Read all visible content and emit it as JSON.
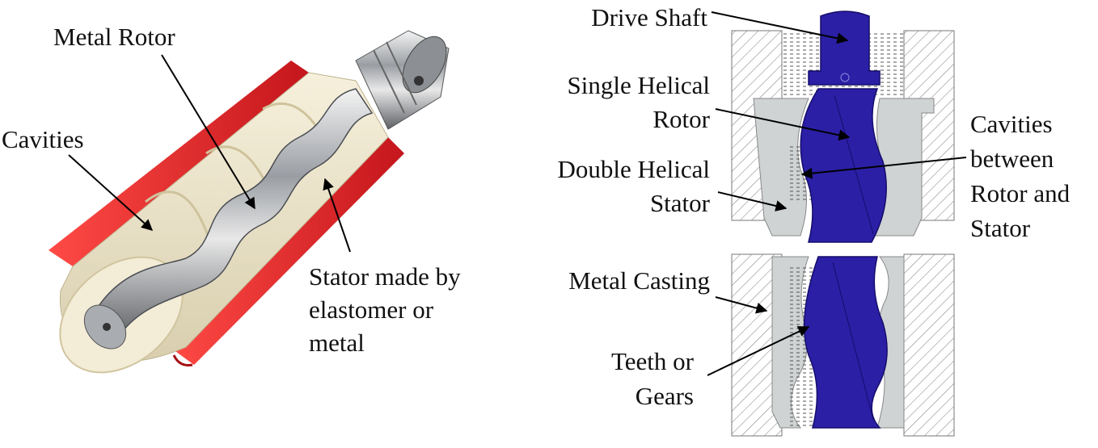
{
  "left_figure": {
    "labels": {
      "metal_rotor": "Metal Rotor",
      "cavities": "Cavities",
      "stator_line1": "Stator made by",
      "stator_line2": "elastomer or",
      "stator_line3": "metal"
    }
  },
  "right_figure": {
    "labels": {
      "drive_shaft": "Drive Shaft",
      "single_helical_line1": "Single Helical",
      "single_helical_line2": "Rotor",
      "double_helical_line1": "Double Helical",
      "double_helical_line2": "Stator",
      "cavities_line1": "Cavities",
      "cavities_line2": "between",
      "cavities_line3": "Rotor and",
      "cavities_line4": "Stator",
      "metal_casting": "Metal Casting",
      "teeth_line1": "Teeth or",
      "teeth_line2": "Gears"
    }
  },
  "colors": {
    "stator_red": "#e2262b",
    "elastomer_cream": "#efe8d2",
    "rotor_steel": "#b9bcc0",
    "rotor_blue": "#2b1fa6",
    "stator_grey": "#cfd3d3",
    "hatch": "#777777"
  }
}
